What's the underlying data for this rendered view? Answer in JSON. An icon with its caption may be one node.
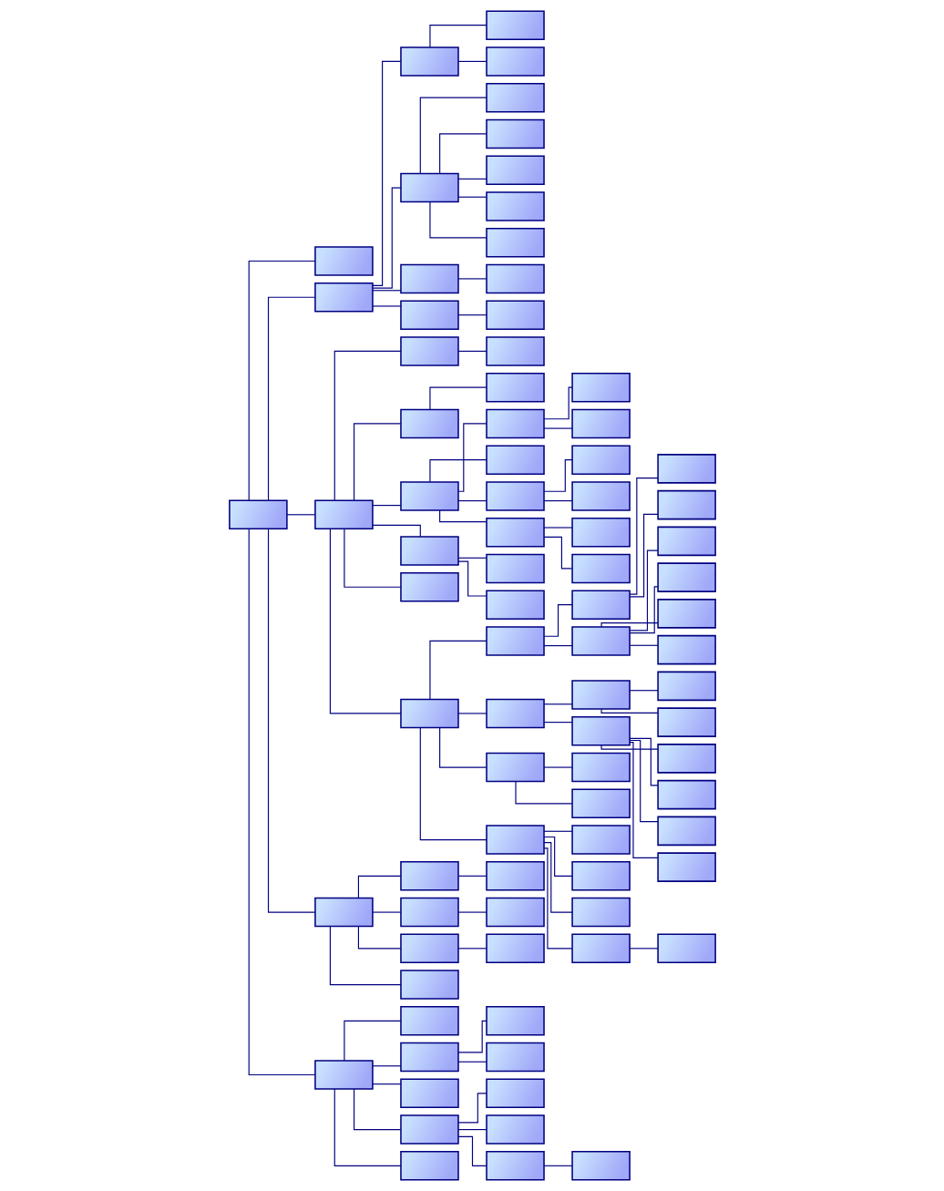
{
  "diagram": {
    "nodes": [
      {
        "text": [],
        "shape": "box"
      },
      {
        "text": [],
        "shape": "box"
      },
      {
        "text": [],
        "shape": "box"
      },
      {
        "text": [],
        "shape": "box"
      },
      {
        "text": [],
        "shape": "box"
      },
      {
        "text": [],
        "shape": "box"
      },
      {
        "text": [],
        "shape": "box"
      },
      {
        "text": [],
        "shape": "box"
      },
      {
        "text": [],
        "shape": "box"
      },
      {
        "text": [],
        "shape": "box"
      },
      {
        "text": [],
        "shape": "box"
      },
      {
        "text": [],
        "shape": "box"
      },
      {
        "text": [],
        "shape": "box"
      },
      {
        "text": [],
        "shape": "box"
      },
      {
        "text": [],
        "shape": "box"
      },
      {
        "text": [],
        "shape": "box"
      },
      {
        "text": [],
        "shape": "box"
      },
      {
        "text": [],
        "shape": "box"
      },
      {
        "text": [],
        "shape": "box"
      },
      {
        "text": [],
        "shape": "box"
      },
      {
        "text": [],
        "shape": "box"
      },
      {
        "text": [],
        "shape": "box"
      },
      {
        "text": [],
        "shape": "box"
      },
      {
        "text": [],
        "shape": "box"
      },
      {
        "text": [],
        "shape": "box"
      },
      {
        "text": [],
        "shape": "box"
      },
      {
        "text": [],
        "shape": "box"
      },
      {
        "text": [],
        "shape": "box"
      },
      {
        "text": [],
        "shape": "box"
      },
      {
        "text": [],
        "shape": "box"
      },
      {
        "text": [],
        "shape": "box"
      },
      {
        "text": [],
        "shape": "box"
      },
      {
        "text": [],
        "shape": "box"
      },
      {
        "text": [],
        "shape": "box"
      },
      {
        "text": [],
        "shape": "box"
      },
      {
        "text": [],
        "shape": "box"
      },
      {
        "text": [],
        "shape": "box"
      },
      {
        "text": [],
        "shape": "box"
      },
      {
        "text": [],
        "shape": "box"
      },
      {
        "text": [],
        "shape": "box"
      },
      {
        "text": [],
        "shape": "box"
      },
      {
        "text": [],
        "shape": "box"
      },
      {
        "text": [],
        "shape": "box"
      },
      {
        "text": [],
        "shape": "box"
      },
      {
        "text": [],
        "shape": "box"
      },
      {
        "text": [],
        "shape": "box"
      },
      {
        "text": [],
        "shape": "box"
      },
      {
        "text": [],
        "shape": "box"
      },
      {
        "text": [],
        "shape": "box"
      },
      {
        "text": [],
        "shape": "box"
      },
      {
        "text": [],
        "shape": "box"
      },
      {
        "text": [],
        "shape": "box"
      },
      {
        "text": [],
        "shape": "box"
      },
      {
        "text": [],
        "shape": "box"
      },
      {
        "text": [],
        "shape": "box"
      },
      {
        "text": [],
        "shape": "box"
      },
      {
        "text": [],
        "shape": "box"
      },
      {
        "text": [],
        "shape": "box"
      },
      {
        "text": [],
        "shape": "box"
      },
      {
        "text": [],
        "shape": "box"
      },
      {
        "text": [],
        "shape": "box"
      },
      {
        "text": [],
        "shape": "box"
      },
      {
        "text": [],
        "shape": "box"
      },
      {
        "text": [],
        "shape": "box"
      },
      {
        "text": [],
        "shape": "box"
      },
      {
        "text": [],
        "shape": "box"
      },
      {
        "text": [],
        "shape": "box"
      },
      {
        "text": [],
        "shape": "box"
      },
      {
        "text": [],
        "shape": "box"
      },
      {
        "text": [],
        "shape": "box"
      },
      {
        "text": [],
        "shape": "box"
      },
      {
        "text": [],
        "shape": "box"
      },
      {
        "text": [],
        "shape": "box"
      },
      {
        "text": [],
        "shape": "box"
      },
      {
        "text": [],
        "shape": "box"
      },
      {
        "text": [],
        "shape": "box"
      },
      {
        "text": [],
        "shape": "box"
      },
      {
        "text": [],
        "shape": "box"
      },
      {
        "text": [],
        "shape": "box"
      },
      {
        "text": [],
        "shape": "box"
      },
      {
        "text": [],
        "shape": "box"
      },
      {
        "text": [],
        "shape": "box"
      },
      {
        "text": [],
        "shape": "box"
      },
      {
        "text": [],
        "shape": "box"
      }
    ],
    "edges": [
      {
        "from": 0,
        "to": 1,
        "arrow": "none"
      },
      {
        "from": 0,
        "to": 14,
        "arrow": "none"
      },
      {
        "from": 0,
        "to": 34,
        "arrow": "none"
      },
      {
        "from": 0,
        "to": 67,
        "arrow": "none"
      },
      {
        "from": 0,
        "to": 82,
        "arrow": "none"
      },
      {
        "from": 14,
        "to": 11,
        "arrow": "none"
      },
      {
        "from": 14,
        "to": 12,
        "arrow": "none"
      },
      {
        "from": 14,
        "to": 13,
        "arrow": "none"
      },
      {
        "from": 14,
        "to": 15,
        "arrow": "none"
      },
      {
        "from": 11,
        "to": 2,
        "arrow": "none"
      },
      {
        "from": 11,
        "to": 3,
        "arrow": "none"
      },
      {
        "from": 12,
        "to": 4,
        "arrow": "none"
      },
      {
        "from": 12,
        "to": 5,
        "arrow": "none"
      },
      {
        "from": 12,
        "to": 6,
        "arrow": "none"
      },
      {
        "from": 12,
        "to": 7,
        "arrow": "none"
      },
      {
        "from": 12,
        "to": 8,
        "arrow": "none"
      },
      {
        "from": 13,
        "to": 9,
        "arrow": "none"
      },
      {
        "from": 15,
        "to": 10,
        "arrow": "none"
      },
      {
        "from": 34,
        "to": 20,
        "arrow": "none"
      },
      {
        "from": 34,
        "to": 22,
        "arrow": "none"
      },
      {
        "from": 34,
        "to": 23,
        "arrow": "none"
      },
      {
        "from": 34,
        "to": 29,
        "arrow": "none"
      },
      {
        "from": 34,
        "to": 32,
        "arrow": "none"
      },
      {
        "from": 34,
        "to": 35,
        "arrow": "none"
      },
      {
        "from": 20,
        "to": 16,
        "arrow": "none"
      },
      {
        "from": 22,
        "to": 17,
        "arrow": "none"
      },
      {
        "from": 23,
        "to": 21,
        "arrow": "none"
      },
      {
        "from": 23,
        "to": 24,
        "arrow": "none"
      },
      {
        "from": 23,
        "to": 31,
        "arrow": "none"
      },
      {
        "from": 23,
        "to": 36,
        "arrow": "none"
      },
      {
        "from": 21,
        "to": 18,
        "arrow": "none"
      },
      {
        "from": 21,
        "to": 19,
        "arrow": "none"
      },
      {
        "from": 31,
        "to": 25,
        "arrow": "none"
      },
      {
        "from": 31,
        "to": 26,
        "arrow": "none"
      },
      {
        "from": 36,
        "to": 27,
        "arrow": "none"
      },
      {
        "from": 36,
        "to": 28,
        "arrow": "none"
      },
      {
        "from": 29,
        "to": 30,
        "arrow": "none"
      },
      {
        "from": 29,
        "to": 33,
        "arrow": "none"
      },
      {
        "from": 35,
        "to": 37,
        "arrow": "none"
      },
      {
        "from": 35,
        "to": 38,
        "arrow": "none"
      },
      {
        "from": 35,
        "to": 39,
        "arrow": "none"
      },
      {
        "from": 35,
        "to": 40,
        "arrow": "none"
      },
      {
        "from": 37,
        "to": 44,
        "arrow": "none"
      },
      {
        "from": 37,
        "to": 45,
        "arrow": "none"
      },
      {
        "from": 44,
        "to": 42,
        "arrow": "none"
      },
      {
        "from": 44,
        "to": 43,
        "arrow": "none"
      },
      {
        "from": 45,
        "to": 54,
        "arrow": "none"
      },
      {
        "from": 45,
        "to": 55,
        "arrow": "none"
      },
      {
        "from": 45,
        "to": 56,
        "arrow": "none"
      },
      {
        "from": 45,
        "to": 58,
        "arrow": "none"
      },
      {
        "from": 38,
        "to": 46,
        "arrow": "none"
      },
      {
        "from": 38,
        "to": 47,
        "arrow": "none"
      },
      {
        "from": 46,
        "to": 57,
        "arrow": "none"
      },
      {
        "from": 46,
        "to": 59,
        "arrow": "none"
      },
      {
        "from": 47,
        "to": 60,
        "arrow": "none"
      },
      {
        "from": 47,
        "to": 61,
        "arrow": "none"
      },
      {
        "from": 47,
        "to": 62,
        "arrow": "none"
      },
      {
        "from": 47,
        "to": 66,
        "arrow": "none"
      },
      {
        "from": 39,
        "to": 48,
        "arrow": "none"
      },
      {
        "from": 39,
        "to": 49,
        "arrow": "none"
      },
      {
        "from": 40,
        "to": 50,
        "arrow": "none"
      },
      {
        "from": 40,
        "to": 51,
        "arrow": "none"
      },
      {
        "from": 40,
        "to": 52,
        "arrow": "none"
      },
      {
        "from": 40,
        "to": 53,
        "arrow": "none"
      },
      {
        "from": 53,
        "to": 41,
        "arrow": "none"
      },
      {
        "from": 67,
        "to": 68,
        "arrow": "none"
      },
      {
        "from": 67,
        "to": 69,
        "arrow": "none"
      },
      {
        "from": 67,
        "to": 70,
        "arrow": "none"
      },
      {
        "from": 67,
        "to": 71,
        "arrow": "none"
      },
      {
        "from": 68,
        "to": 63,
        "arrow": "none"
      },
      {
        "from": 69,
        "to": 64,
        "arrow": "none"
      },
      {
        "from": 70,
        "to": 65,
        "arrow": "none"
      },
      {
        "from": 82,
        "to": 72,
        "arrow": "none"
      },
      {
        "from": 82,
        "to": 76,
        "arrow": "none"
      },
      {
        "from": 82,
        "to": 77,
        "arrow": "none"
      },
      {
        "from": 82,
        "to": 81,
        "arrow": "none"
      },
      {
        "from": 82,
        "to": 83,
        "arrow": "none"
      },
      {
        "from": 76,
        "to": 73,
        "arrow": "none"
      },
      {
        "from": 76,
        "to": 74,
        "arrow": "none"
      },
      {
        "from": 81,
        "to": 78,
        "arrow": "none"
      },
      {
        "from": 81,
        "to": 79,
        "arrow": "none"
      },
      {
        "from": 81,
        "to": 80,
        "arrow": "none"
      },
      {
        "from": 80,
        "to": 75,
        "arrow": "none"
      }
    ]
  }
}
